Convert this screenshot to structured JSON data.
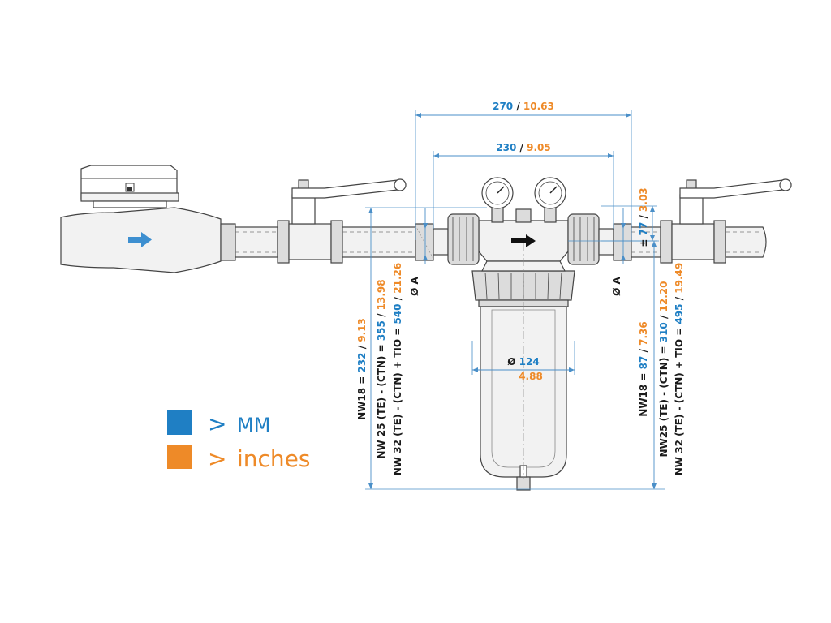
{
  "colors": {
    "mm": "#1f7fc4",
    "inches": "#ee8a28",
    "text": "#1a1a1a",
    "line": "#4a8fc8",
    "outline": "#444444"
  },
  "legend": {
    "mm_symbol": ">",
    "mm_label": "MM",
    "inches_symbol": ">",
    "inches_label": "inches"
  },
  "dims": {
    "overall_width": {
      "mm": "270",
      "sep": " / ",
      "inch": "10.63"
    },
    "body_width": {
      "mm": "230",
      "sep": " / ",
      "inch": "9.05"
    },
    "offset": {
      "prefix": "± ",
      "mm": "77",
      "sep": " / ",
      "inch": "3.03"
    },
    "bowl_diameter": {
      "prefix": "Ø ",
      "mm": "124",
      "inch": "4.88"
    },
    "port_left": "Ø A",
    "port_right": "Ø A",
    "left_heights": [
      {
        "prefix": "NW18 = ",
        "mm": "232",
        "sep": " / ",
        "inch": "9.13"
      },
      {
        "prefix": "NW 25 (TE) - (CTN) = ",
        "mm": "355",
        "sep": " / ",
        "inch": "13.98"
      },
      {
        "prefix": "NW 32 (TE) - (CTN) + TIO = ",
        "mm": "540",
        "sep": " / ",
        "inch": "21.26"
      }
    ],
    "right_heights": [
      {
        "prefix": "NW18 = ",
        "mm": "87",
        "sep": " / ",
        "inch": "7.36"
      },
      {
        "prefix": "NW25 (TE) - (CTN) = ",
        "mm": "310",
        "sep": " / ",
        "inch": "12.20"
      },
      {
        "prefix": "NW 32 (TE) - (CTN) + TIO = ",
        "mm": "495",
        "sep": " / ",
        "inch": "19.49"
      }
    ]
  },
  "icons": {
    "flow_arrow_meter": "flow-direction-arrow",
    "flow_arrow_filter": "flow-direction-arrow",
    "gauge": "pressure-gauge"
  }
}
